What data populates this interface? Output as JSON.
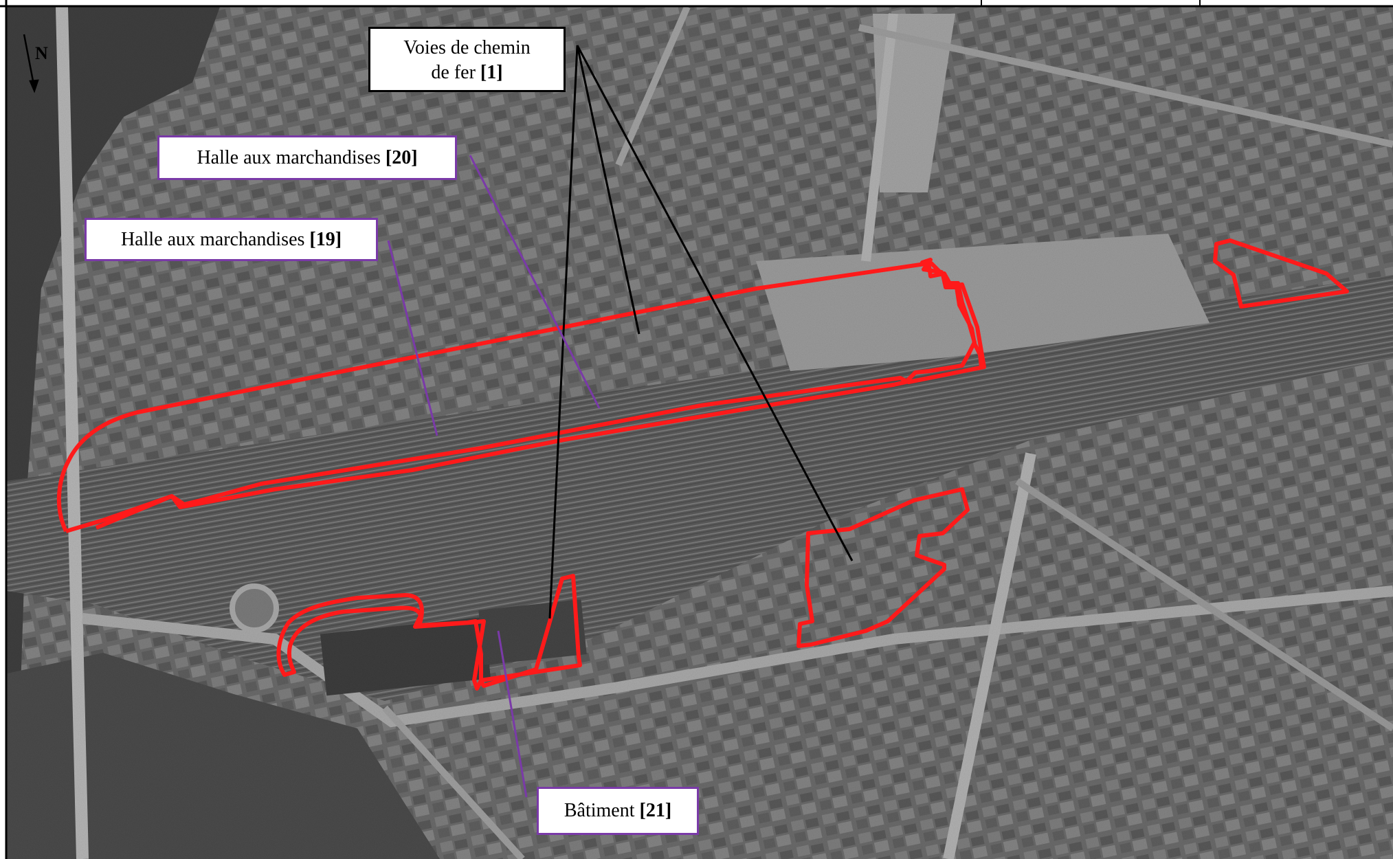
{
  "map": {
    "north_label": "N",
    "labels": {
      "voies": {
        "line1": "Voies de chemin",
        "line2_text": "de fer ",
        "ref": "[1]"
      },
      "halle20": {
        "text": "Halle aux marchandises ",
        "ref": "[20]"
      },
      "halle19": {
        "text": "Halle aux marchandises ",
        "ref": "[19]"
      },
      "batiment21": {
        "text": "Bâtiment ",
        "ref": "[21]"
      }
    },
    "colors": {
      "zone_outline": "#ff1a1a",
      "leader_black": "#000000",
      "leader_purple": "#7a3aa8",
      "photo_base": "#6e6e6e"
    },
    "icons": [
      "north-arrow-icon"
    ]
  }
}
